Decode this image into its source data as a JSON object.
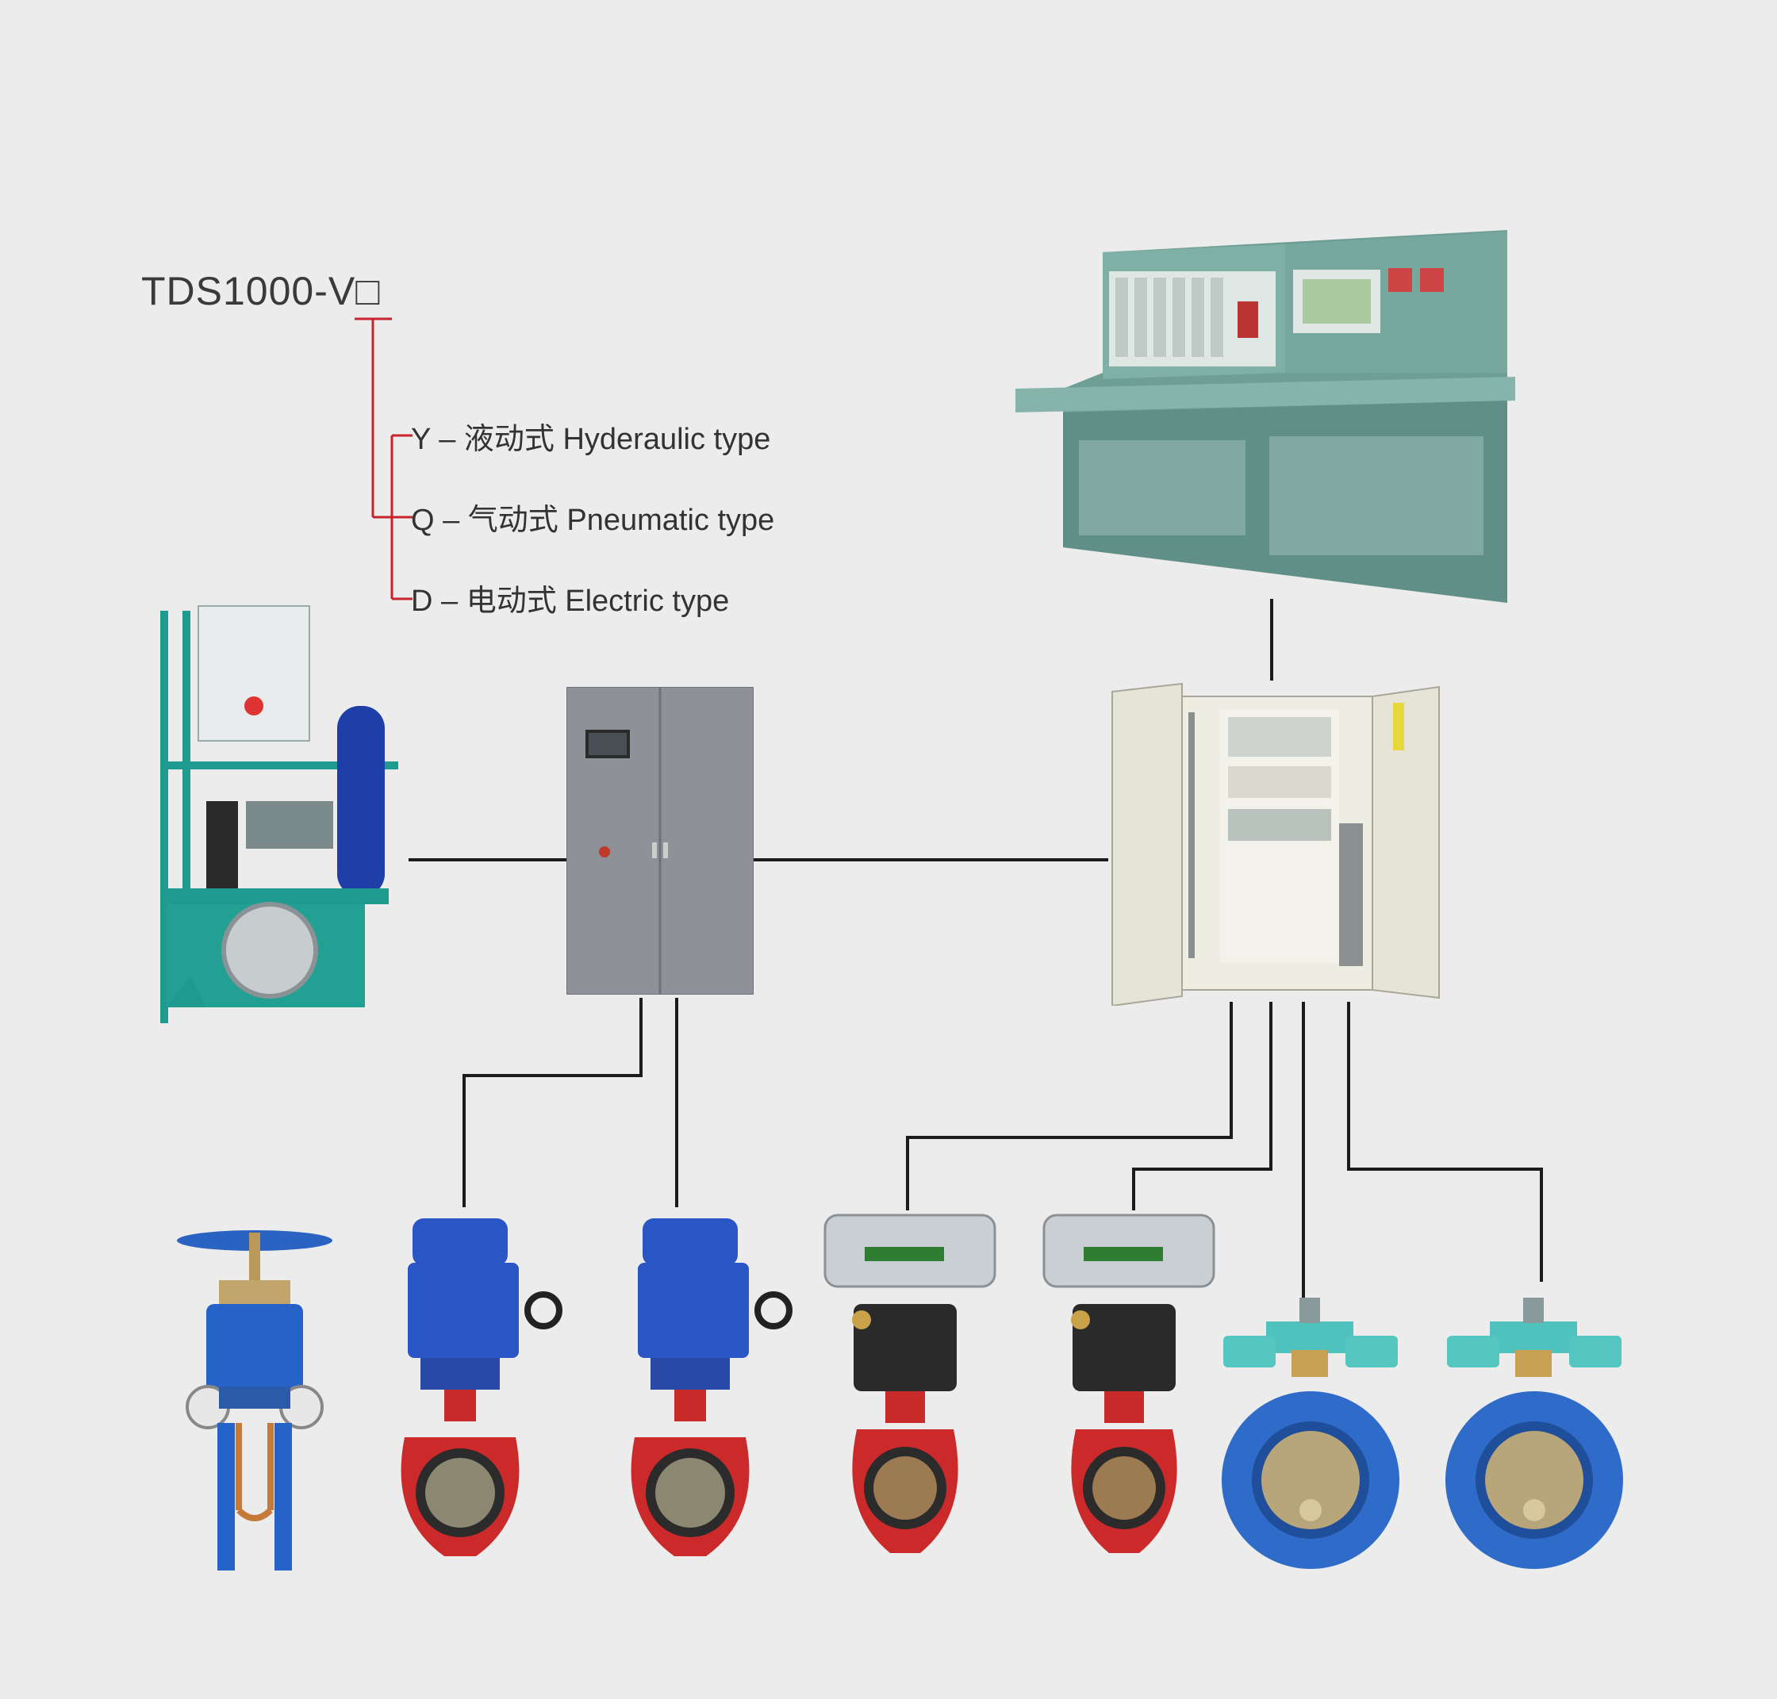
{
  "model_code": "TDS1000-V□",
  "options": [
    {
      "code": "Y",
      "text": "Y – 液动式  Hyderaulic type"
    },
    {
      "code": "Q",
      "text": "Q – 气动式 Pneumatic type"
    },
    {
      "code": "D",
      "text": "D – 电动式 Electric type"
    }
  ],
  "colors": {
    "background": "#ececec",
    "bracket_red": "#c8232c",
    "wire": "#1c1c1c",
    "console_green": "#6f9e94",
    "hydraulic_teal": "#1f9a8e",
    "accumulator_blue": "#1f3fa8",
    "valve_red": "#cc2a2a",
    "actuator_blue": "#2a55c4",
    "flange_blue": "#2f6cc9",
    "pneumatic_silver": "#c9cfd3",
    "cabinet_grey": "#8e9197",
    "plc_cabinet_beige": "#e6e4d6"
  },
  "icons": [
    "control-console-icon",
    "hydraulic-power-unit-icon",
    "electric-control-cabinet-icon",
    "plc-cabinet-icon",
    "manual-gate-valve-icon",
    "electric-butterfly-valve-icon",
    "pneumatic-butterfly-valve-icon",
    "hydraulic-flanged-butterfly-valve-icon"
  ]
}
